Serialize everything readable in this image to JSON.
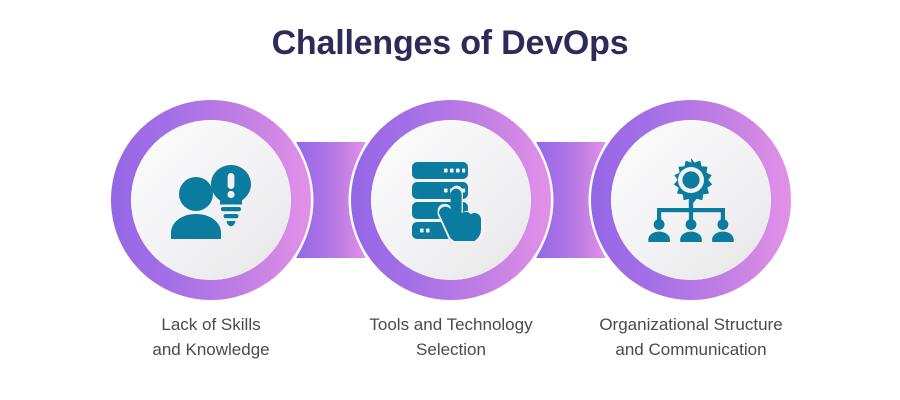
{
  "header": {
    "title": "Challenges of DevOps"
  },
  "theme": {
    "background": "#ffffff",
    "title_color": "#2c2b59",
    "caption_color": "#4a4a4a",
    "icon_color": "#0b7ba0",
    "ring_color_start": "#9b6fe8",
    "ring_color_mid": "#b276e4",
    "ring_color_end": "#dc8ce4",
    "circle_fill_start": "#fdfdfe",
    "circle_fill_end": "#e8e8ea"
  },
  "steps": [
    {
      "index": 1,
      "icon": "person-with-idea-bulb-icon",
      "ring_color": "#9b6fe8",
      "caption_line1": "Lack of Skills",
      "caption_line2": "and Knowledge"
    },
    {
      "index": 2,
      "icon": "server-stack-hand-pointer-icon",
      "ring_color": "#b276e4",
      "caption_line1": "Tools and Technology",
      "caption_line2": "Selection"
    },
    {
      "index": 3,
      "icon": "org-chart-gear-people-icon",
      "ring_color": "#dc8ce4",
      "caption_line1": "Organizational Structure",
      "caption_line2": "and Communication"
    }
  ]
}
